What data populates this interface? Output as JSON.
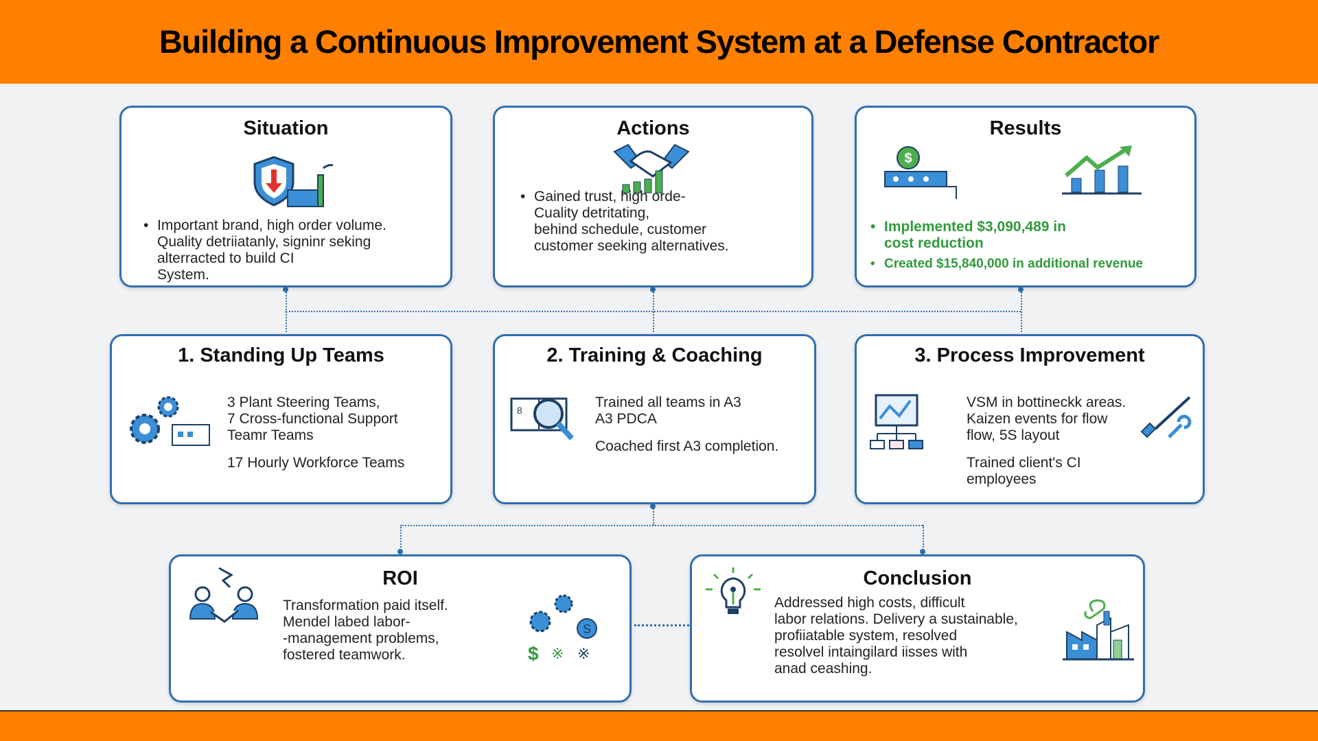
{
  "title": "Building a Continuous Improvement System at a Defense Contractor",
  "situation": {
    "title": "Situation",
    "lines": [
      "Important brand, high order volume.",
      "Quality detriiatanly, signinr seking",
      "alterracted to build CI",
      "System."
    ]
  },
  "actions": {
    "title": "Actions",
    "lines": [
      "Gained trust, high orde-",
      "Cuality detritating,",
      "behind schedule, customer",
      "customer seeking alternatives."
    ]
  },
  "results": {
    "title": "Results",
    "items": [
      "Implemented $3,090,489 in",
      "cost reduction",
      "Created $15,840,000 in additional revenue"
    ],
    "color": "#2f9a3a"
  },
  "step1": {
    "title": "1. Standing Up Teams",
    "lines": [
      "3 Plant Steering Teams,",
      "7 Cross-functional Support",
      "Teamr Teams",
      "17 Hourly Workforce Teams"
    ]
  },
  "step2": {
    "title": "2. Training & Coaching",
    "lines": [
      "Trained all teams in A3",
      "A3 PDCA",
      "Coached first A3 completion."
    ]
  },
  "step3": {
    "title": "3. Process Improvement",
    "lines": [
      "VSM in bottineckk areas.",
      "Kaizen events for flow",
      "flow, 5S layout",
      "Trained client's CI",
      "employees"
    ]
  },
  "roi": {
    "title": "ROI",
    "lines": [
      "Transformation paid itself.",
      "Mendel labed labor-",
      "-management problems,",
      "fostered teamwork."
    ]
  },
  "conclusion": {
    "title": "Conclusion",
    "lines": [
      "Addressed high costs, difficult",
      "labor relations. Delivery a sustainable,",
      "profiiatable system, resolved",
      "resolvel intaingilard iisses with",
      "anad ceashing."
    ]
  },
  "colors": {
    "header": "#ff8000",
    "border": "#2f6fb0",
    "accent_green": "#2f9a3a",
    "icon_blue": "#3a8fd6"
  }
}
